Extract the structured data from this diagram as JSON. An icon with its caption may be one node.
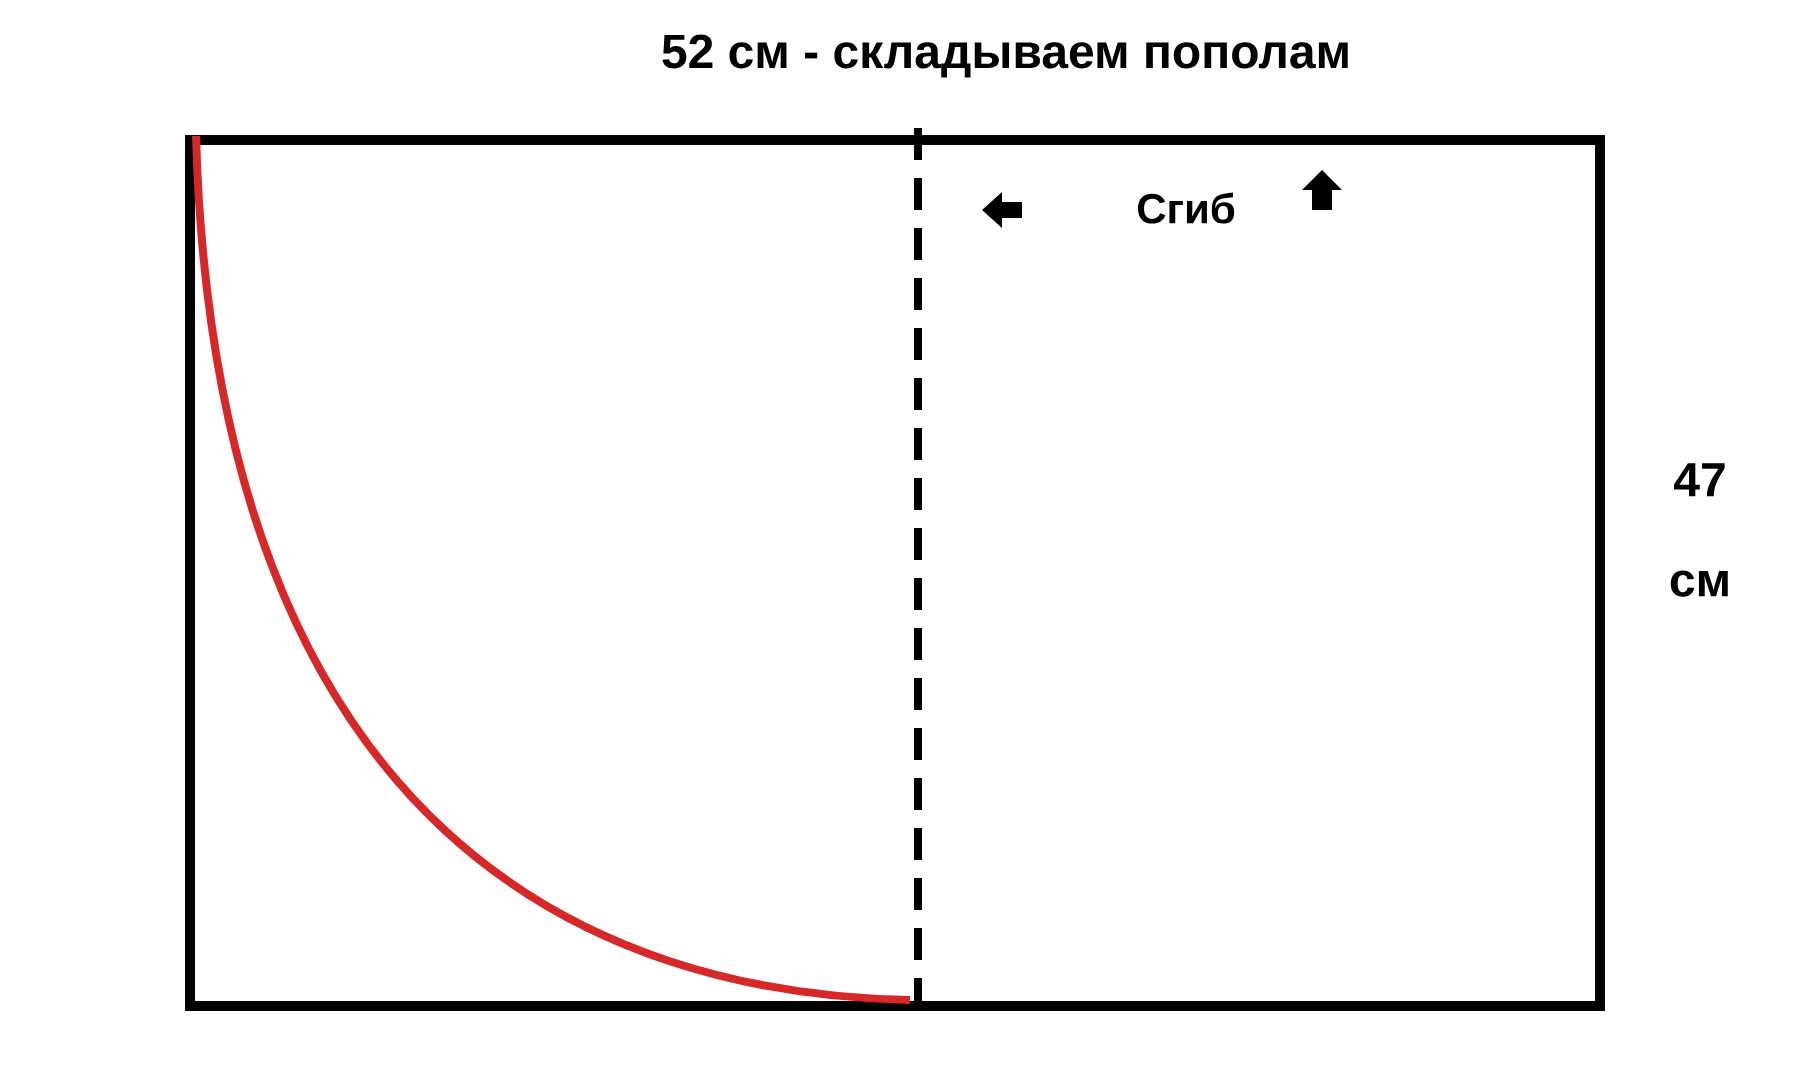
{
  "diagram": {
    "title": "52 см - складываем пополам",
    "labels": [
      "Сгиб",
      "47 см"
    ]
  }
}
